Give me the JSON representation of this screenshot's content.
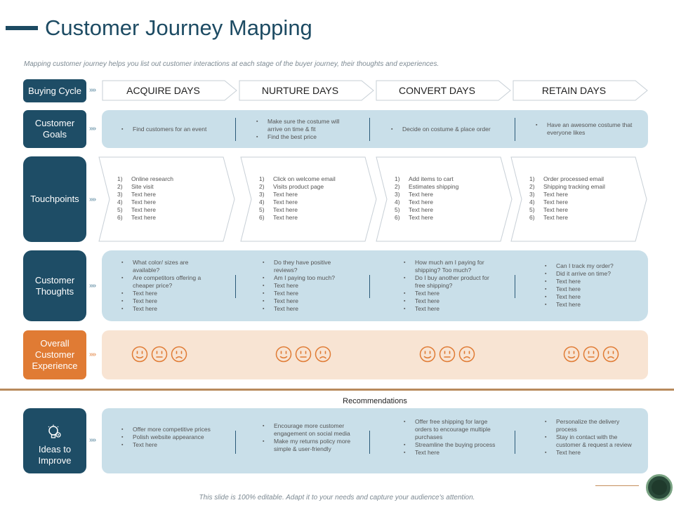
{
  "header": {
    "title": "Customer Journey Mapping",
    "subtitle": "Mapping customer journey helps you list out customer interactions at each stage of the buyer journey, their thoughts and experiences."
  },
  "rows": {
    "buying_cycle": "Buying Cycle",
    "customer_goals": "Customer Goals",
    "touchpoints": "Touchpoints",
    "customer_thoughts": "Customer Thoughts",
    "overall_experience": "Overall Customer Experience",
    "ideas": "Ideas to Improve"
  },
  "chevron_glyph": "»»",
  "stages": [
    "ACQUIRE DAYS",
    "NURTURE DAYS",
    "CONVERT DAYS",
    "RETAIN DAYS"
  ],
  "goals": [
    [
      "Find customers for an event"
    ],
    [
      "Make sure the costume will arrive on time & fit",
      "Find the best price"
    ],
    [
      "Decide on costume & place order"
    ],
    [
      "Have an awesome costume that everyone likes"
    ]
  ],
  "touchpoints": [
    [
      "Online research",
      "Site visit",
      "Text here",
      "Text here",
      "Text here",
      "Text here"
    ],
    [
      "Click on welcome email",
      "Visits product page",
      "Text here",
      "Text here",
      "Text here",
      "Text here"
    ],
    [
      "Add items to cart",
      "Estimates shipping",
      "Text here",
      "Text here",
      "Text here",
      "Text here"
    ],
    [
      "Order processed email",
      "Shipping tracking email",
      "Text here",
      "Text here",
      "Text here",
      "Text here"
    ]
  ],
  "thoughts": [
    [
      "What color/ sizes are available?",
      "Are competitors offering a cheaper price?",
      "Text here",
      "Text here",
      "Text here"
    ],
    [
      "Do they have positive reviews?",
      "Am I paying too much?",
      "Text here",
      "Text here",
      "Text here",
      "Text here"
    ],
    [
      "How much am I paying for shipping? Too much?",
      "Do I buy another product for free shipping?",
      "Text here",
      "Text here",
      "Text here"
    ],
    [
      "Can I track my order?",
      "Did it arrive on time?",
      "Text here",
      "Text here",
      "Text here",
      "Text here"
    ]
  ],
  "recommendations_label": "Recommendations",
  "ideas": [
    [
      "Offer more competitive prices",
      "Polish website appearance",
      "Text here"
    ],
    [
      "Encourage more customer engagement on social media",
      "Make my returns policy more simple & user-friendly"
    ],
    [
      "Offer free shipping for large orders to encourage multiple purchases",
      "Streamline the buying process",
      "Text here"
    ],
    [
      "Personalize the delivery process",
      "Stay in contact with the customer & request a review",
      "Text here"
    ]
  ],
  "footer": "This slide is 100% editable. Adapt it to your needs and capture your audience's attention.",
  "colors": {
    "navy": "#1e4d66",
    "orange": "#e07b34",
    "light_blue": "#c9dfe9",
    "peach": "#f8e4d3",
    "face_orange": "#e07b34"
  },
  "icons": {
    "faces": [
      "smile-icon",
      "neutral-face-icon",
      "sad-face-icon"
    ],
    "ideas": "lightbulb-gear-icon"
  }
}
